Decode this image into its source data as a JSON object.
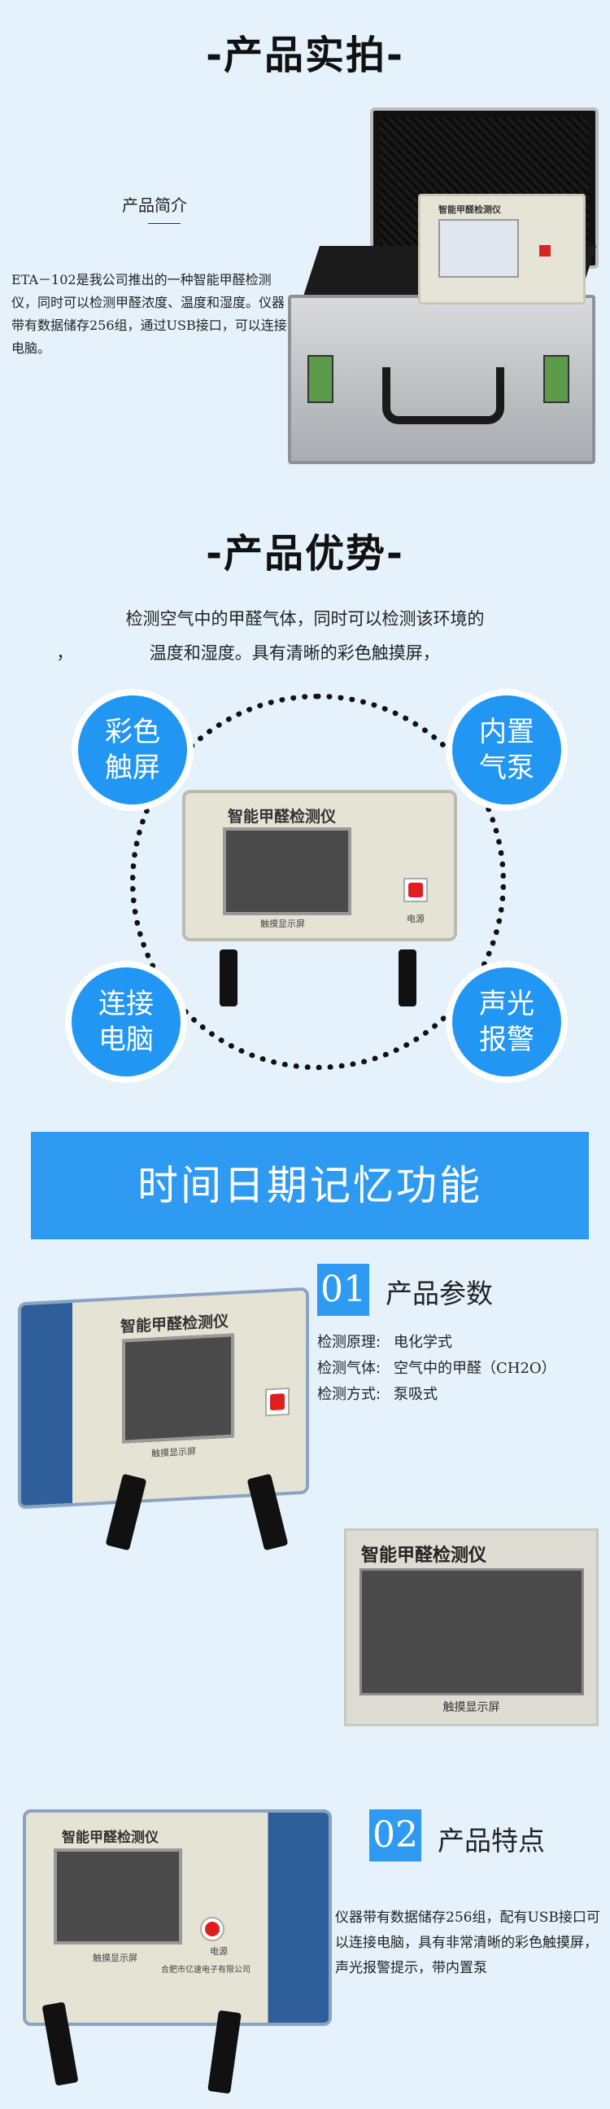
{
  "sections": {
    "photo_title": "-产品实拍-",
    "advantage_title": "-产品优势-"
  },
  "intro": {
    "heading": "产品简介",
    "text": "ETA－102是我公司推出的一种智能甲醛检测仪，同时可以检测甲醛浓度、温度和湿度。仪器带有数据储存256组，通过USB接口，可以连接电脑。"
  },
  "advantage": {
    "line1": "检测空气中的甲醛气体，同时可以检测该环境的",
    "line2": "，              温度和湿度。具有清晰的彩色触摸屏，",
    "badges": [
      {
        "label": "彩色\n触屏"
      },
      {
        "label": "内置\n气泵"
      },
      {
        "label": "连接\n电脑"
      },
      {
        "label": "声光\n报警"
      }
    ]
  },
  "device": {
    "title": "智能甲醛检测仪",
    "screen_label": "触摸显示屏",
    "power_label": "电源",
    "company": "合肥市亿速电子有限公司"
  },
  "banner": {
    "text": "时间日期记忆功能"
  },
  "params": {
    "num": "01",
    "title": "产品参数",
    "rows": [
      {
        "k": "检测原理:",
        "v": "电化学式"
      },
      {
        "k": "检测气体:",
        "v": "空气中的甲醛（CH2O）"
      },
      {
        "k": "检测方式:",
        "v": "泵吸式"
      }
    ]
  },
  "features": {
    "num": "02",
    "title": "产品特点",
    "text": "仪器带有数据储存256组，配有USB接口可以连接电脑，具有非常清晰的彩色触摸屏，声光报警提示，带内置泵"
  },
  "colors": {
    "accent": "#2e9af2",
    "badge": "#2196f3",
    "background": "#e5f2fc",
    "power_button": "#e01e1e"
  }
}
